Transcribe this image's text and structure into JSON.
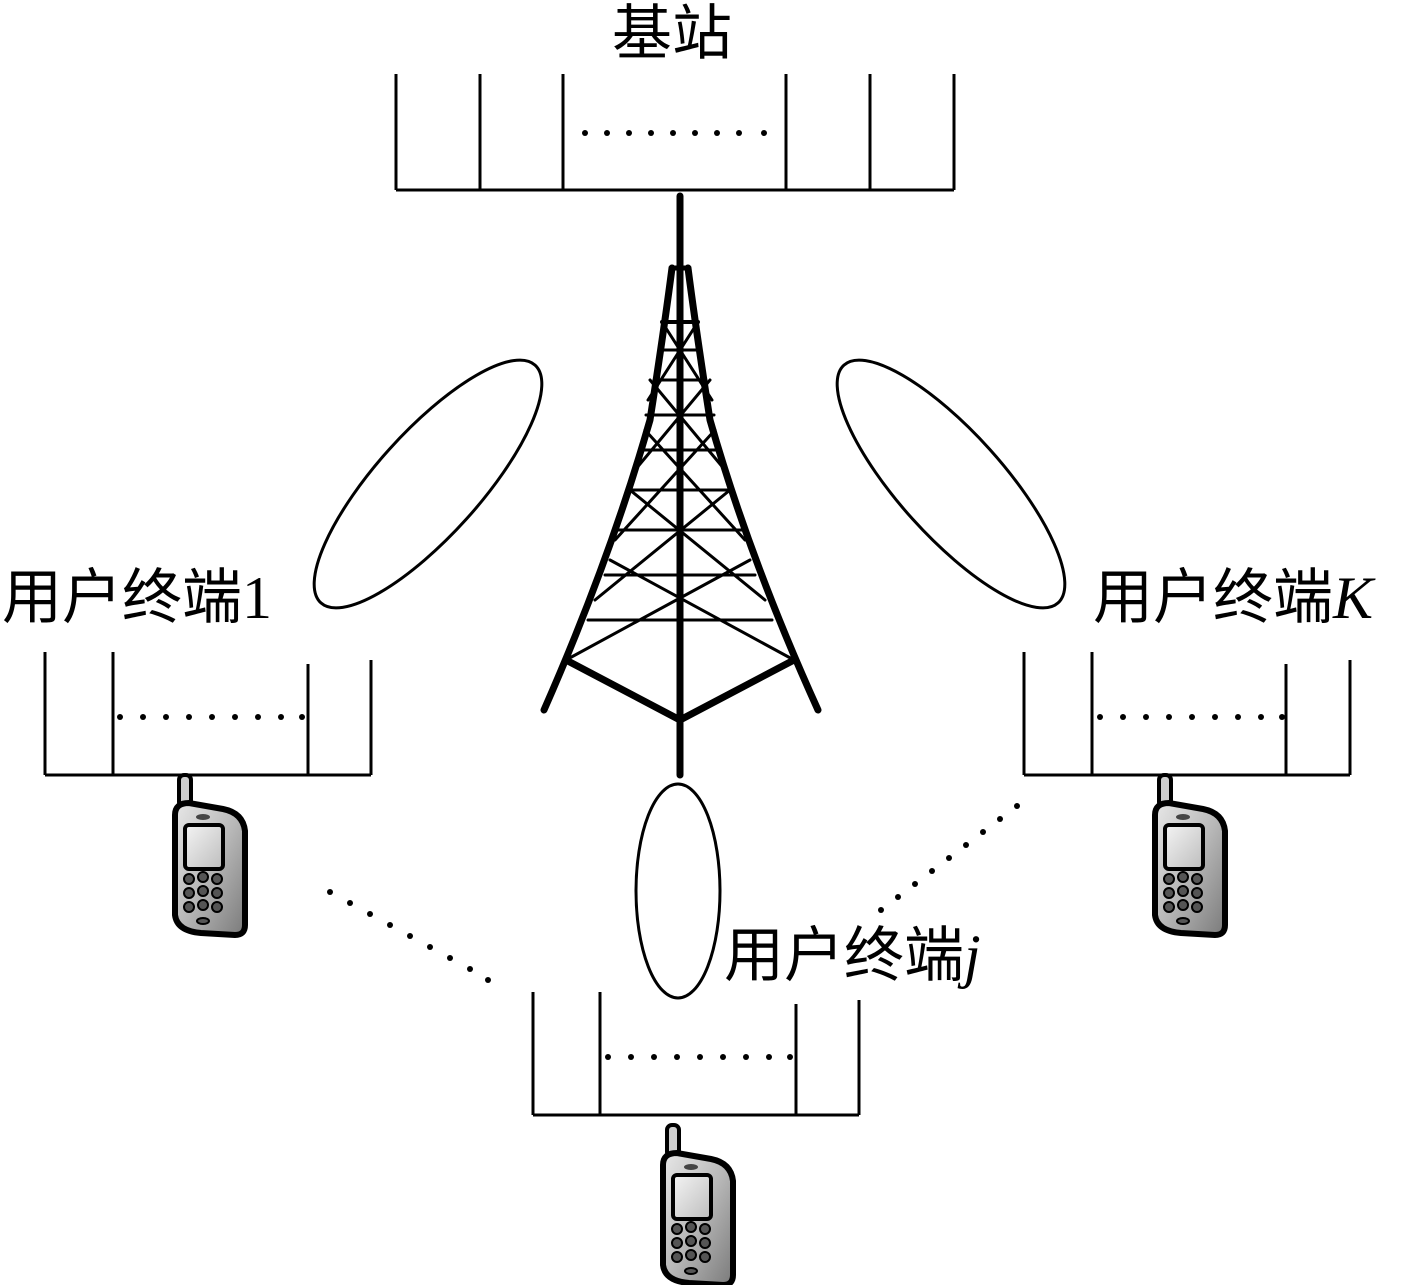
{
  "base_station": {
    "label": "基站"
  },
  "terminals": [
    {
      "label": "用户终端",
      "suffix": "1",
      "italic": false
    },
    {
      "label": "用户终端",
      "suffix": "j",
      "italic": true
    },
    {
      "label": "用户终端",
      "suffix": "K",
      "italic": true
    }
  ]
}
